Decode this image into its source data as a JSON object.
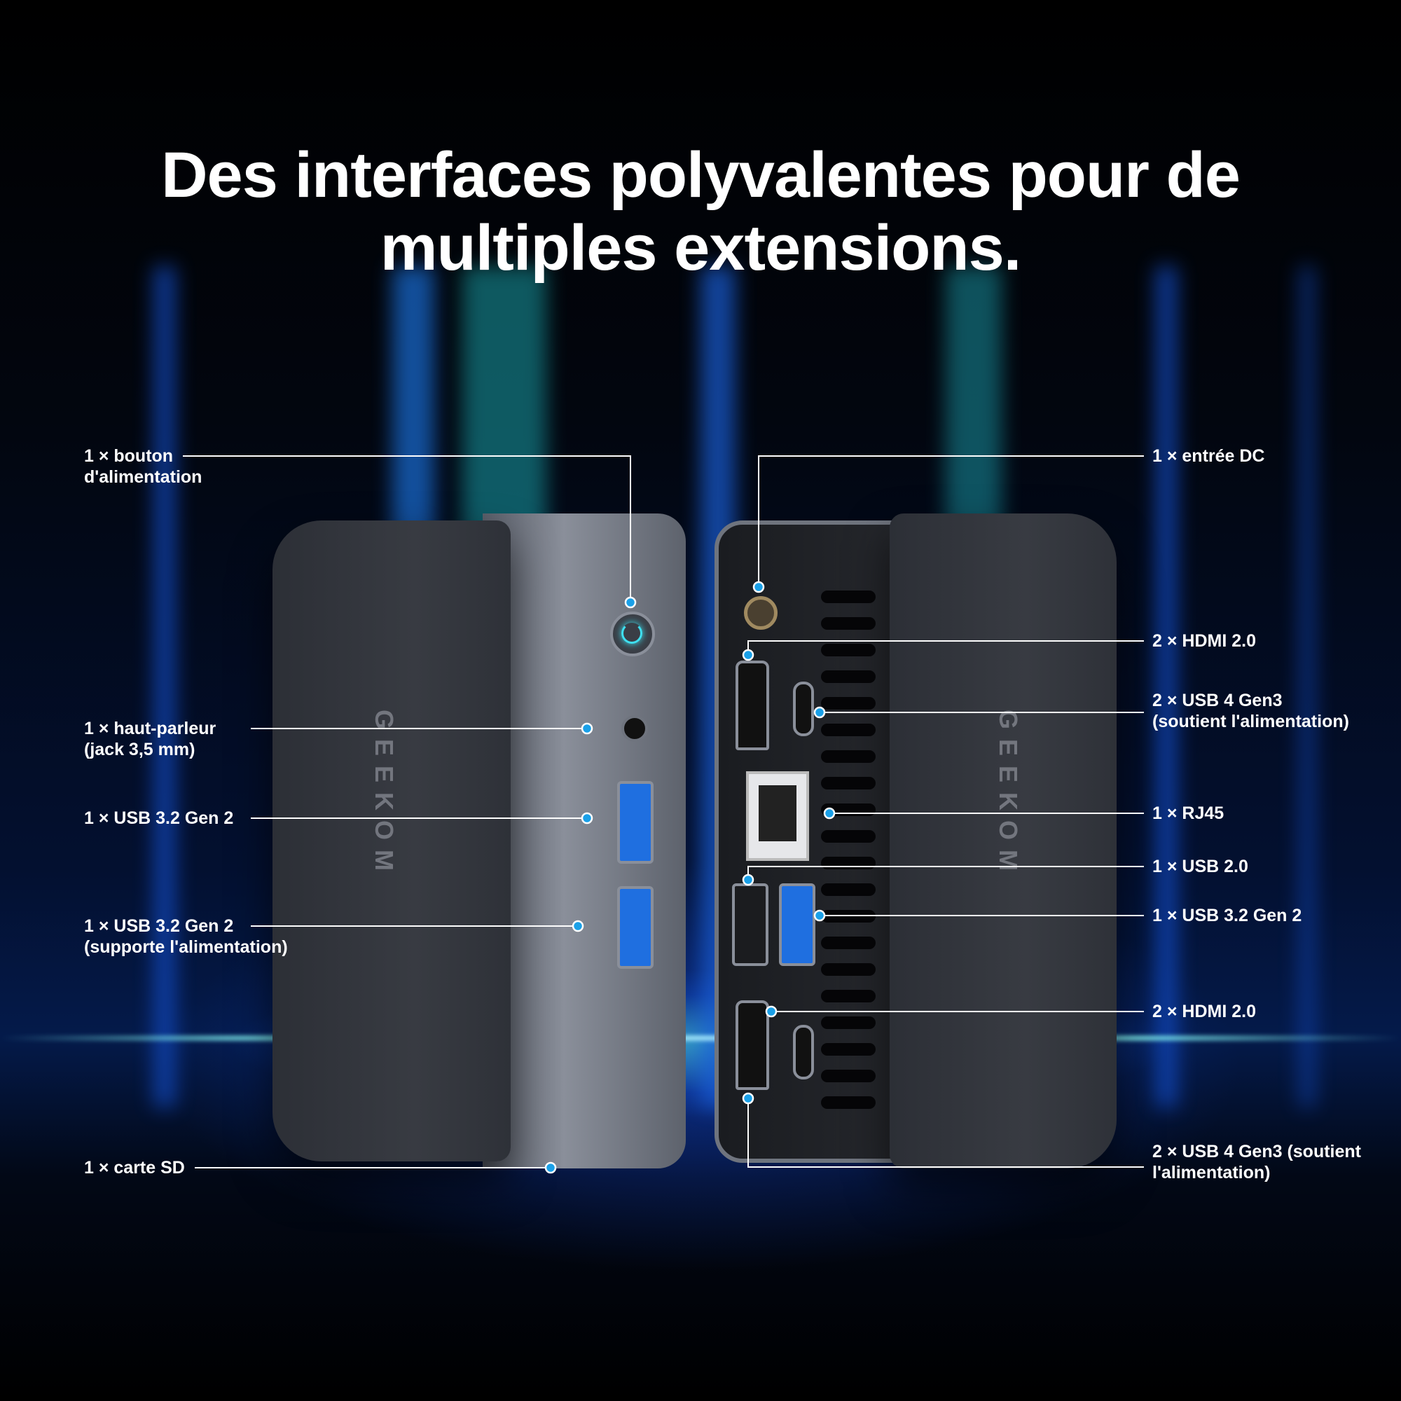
{
  "title": {
    "line1": "Des interfaces polyvalentes pour de",
    "line2": "multiples extensions."
  },
  "brand": {
    "logo": "GEEKOM"
  },
  "colors": {
    "background": "#000000",
    "glow": "#1f5fe0",
    "horizon": "#7ff0f0",
    "callout_dot": "#1aa0e8",
    "text": "#ffffff"
  },
  "left_labels": [
    {
      "line1": "1 × bouton",
      "line2": "d'alimentation"
    },
    {
      "line1": "1 × haut-parleur",
      "line2": "(jack 3,5 mm)"
    },
    {
      "line1": "1 × USB 3.2 Gen 2"
    },
    {
      "line1": "1 × USB 3.2 Gen 2",
      "line2": "(supporte l'alimentation)"
    },
    {
      "line1": "1 × carte SD"
    }
  ],
  "right_labels": [
    {
      "line1": "1 × entrée DC"
    },
    {
      "line1": "2 × HDMI 2.0"
    },
    {
      "line1": "2 × USB 4 Gen3",
      "line2": "(soutient l'alimentation)"
    },
    {
      "line1": "1 × RJ45"
    },
    {
      "line1": "1 × USB 2.0"
    },
    {
      "line1": "1 × USB 3.2 Gen 2"
    },
    {
      "line1": "2 × HDMI 2.0"
    },
    {
      "line1": "2 × USB 4 Gen3 (soutient",
      "line2": "l'alimentation)"
    }
  ]
}
